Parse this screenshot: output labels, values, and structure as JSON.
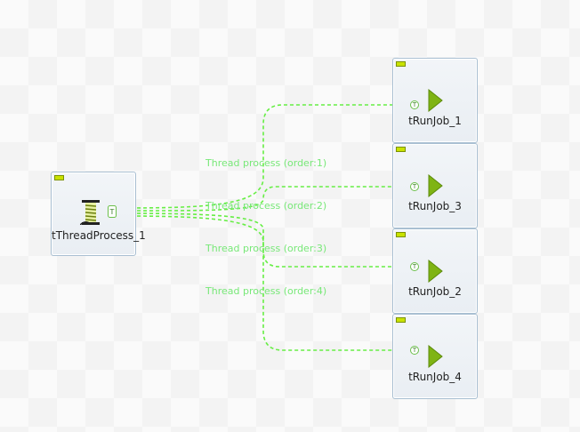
{
  "nodes": {
    "thread_process": {
      "label": "tThreadProcess_1",
      "icon": "thread-spool-icon"
    },
    "run_job_1": {
      "label": "tRunJob_1",
      "icon": "run-job-play-icon"
    },
    "run_job_3": {
      "label": "tRunJob_3",
      "icon": "run-job-play-icon"
    },
    "run_job_2": {
      "label": "tRunJob_2",
      "icon": "run-job-play-icon"
    },
    "run_job_4": {
      "label": "tRunJob_4",
      "icon": "run-job-play-icon"
    }
  },
  "connections": [
    {
      "label": "Thread process (order:1)",
      "target": "tRunJob_1"
    },
    {
      "label": "Thread process (order:2)",
      "target": "tRunJob_3"
    },
    {
      "label": "Thread process (order:3)",
      "target": "tRunJob_2"
    },
    {
      "label": "Thread process (order:4)",
      "target": "tRunJob_4"
    }
  ],
  "trigger_marker": "T",
  "colors": {
    "connection": "#66ee44",
    "connection_label": "#78e878",
    "node_border": "#a9bfd2",
    "play_icon": "#7fb414",
    "status_indicator": "#c9e200"
  }
}
